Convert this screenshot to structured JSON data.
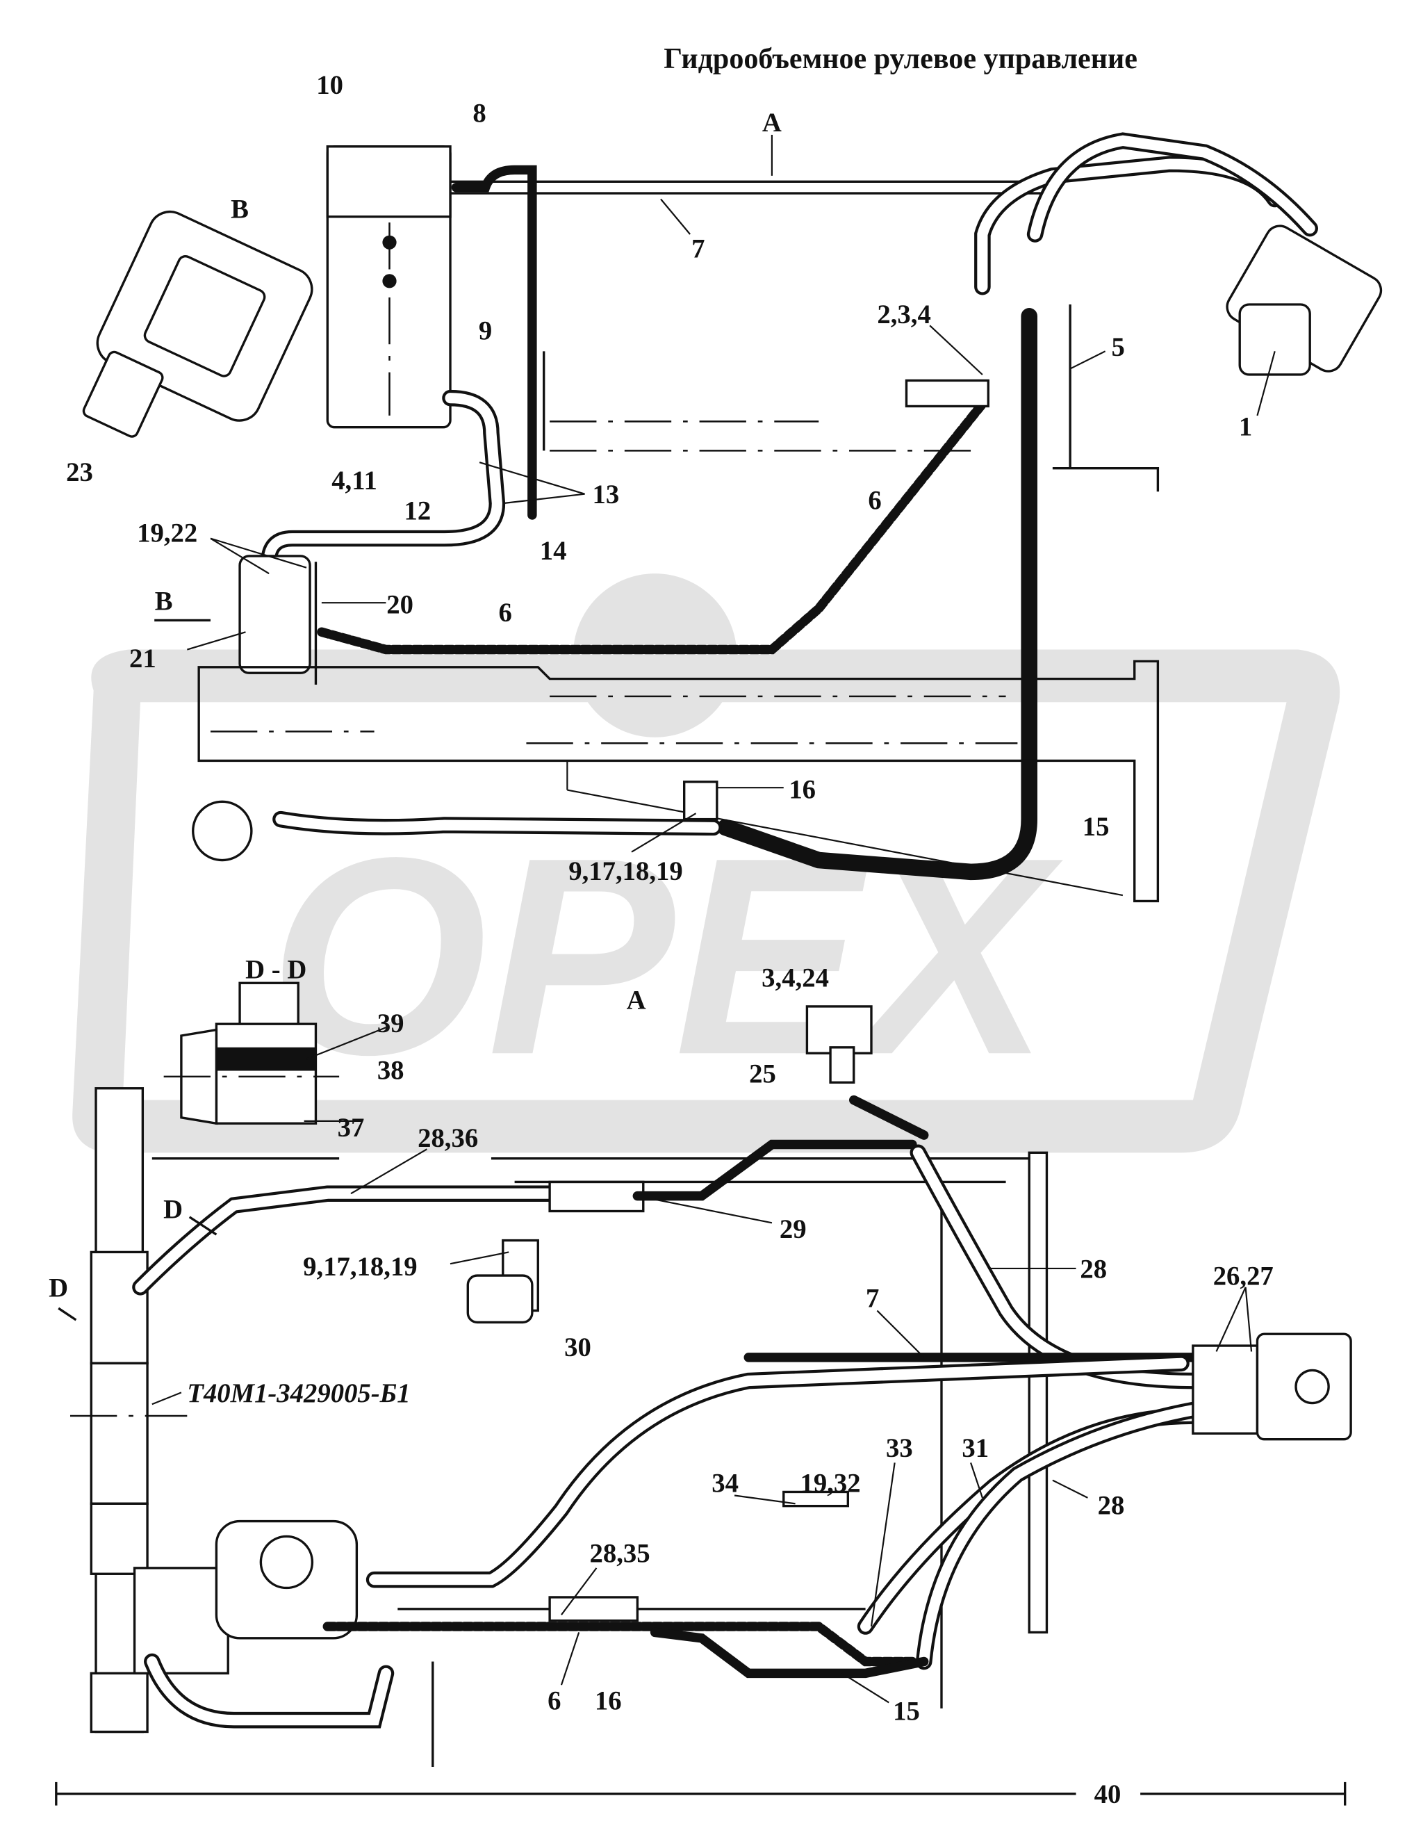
{
  "title": "Гидрообъемное рулевое управление",
  "watermark": "OPEX",
  "designation": "Т40М1-3429005-Б1",
  "page_number": "40",
  "view_labels": {
    "a_top": "А",
    "a_view": "А",
    "b_top": "В",
    "b_arrow": "В",
    "d_section": "D - D",
    "d_arrow1": "D",
    "d_arrow2": "D"
  },
  "callouts": [
    "10",
    "8",
    "7",
    "2,3,4",
    "5",
    "9",
    "1",
    "23",
    "4,11",
    "13",
    "6",
    "12",
    "19,22",
    "14",
    "20",
    "6",
    "21",
    "16",
    "15",
    "9,17,18,19",
    "3,4,24",
    "39",
    "25",
    "38",
    "37",
    "28,36",
    "29",
    "28",
    "26,27",
    "9,17,18,19",
    "30",
    "7",
    "33",
    "31",
    "34",
    "19,32",
    "28",
    "28,35",
    "6",
    "16",
    "15"
  ]
}
